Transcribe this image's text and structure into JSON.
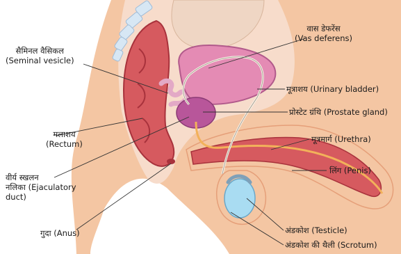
{
  "labels": {
    "vas_deferens": {
      "line1": "वास डेफरेंस",
      "line2": "(Vas deferens)"
    },
    "seminal_vesicle": {
      "line1": "सैमिनल वैसिकल",
      "line2": "(Seminal vesicle)"
    },
    "urinary_bladder": {
      "text": "मूत्राशय (Urinary bladder)"
    },
    "prostate_gland": {
      "text": "प्रोस्टेट ग्रंथि (Prostate gland)"
    },
    "rectum": {
      "line1": "मलाशय",
      "line2": "(Rectum)"
    },
    "urethra": {
      "text": "मूत्रमार्ग (Urethra)"
    },
    "ejaculatory_duct": {
      "line1": "वीर्य स्खलन",
      "line2": "नलिका (Ejaculatory",
      "line3": "duct)"
    },
    "penis": {
      "text": "लिंग (Penis)"
    },
    "anus": {
      "text": "गुदा (Anus)"
    },
    "testicle": {
      "text": "अंडकोश (Testicle)"
    },
    "scrotum": {
      "text": "अंडकोश की थैली (Scrotum)"
    }
  },
  "colors": {
    "skin": "#f4c6a3",
    "skin_dark": "#e59f79",
    "tissue": "#d65a5f",
    "tissue_dark": "#a8323c",
    "bladder": "#e48bb4",
    "prostate": "#b8569a",
    "spine": "#d7e7f4",
    "testicle": "#a9dcf2",
    "leader": "#333333"
  }
}
